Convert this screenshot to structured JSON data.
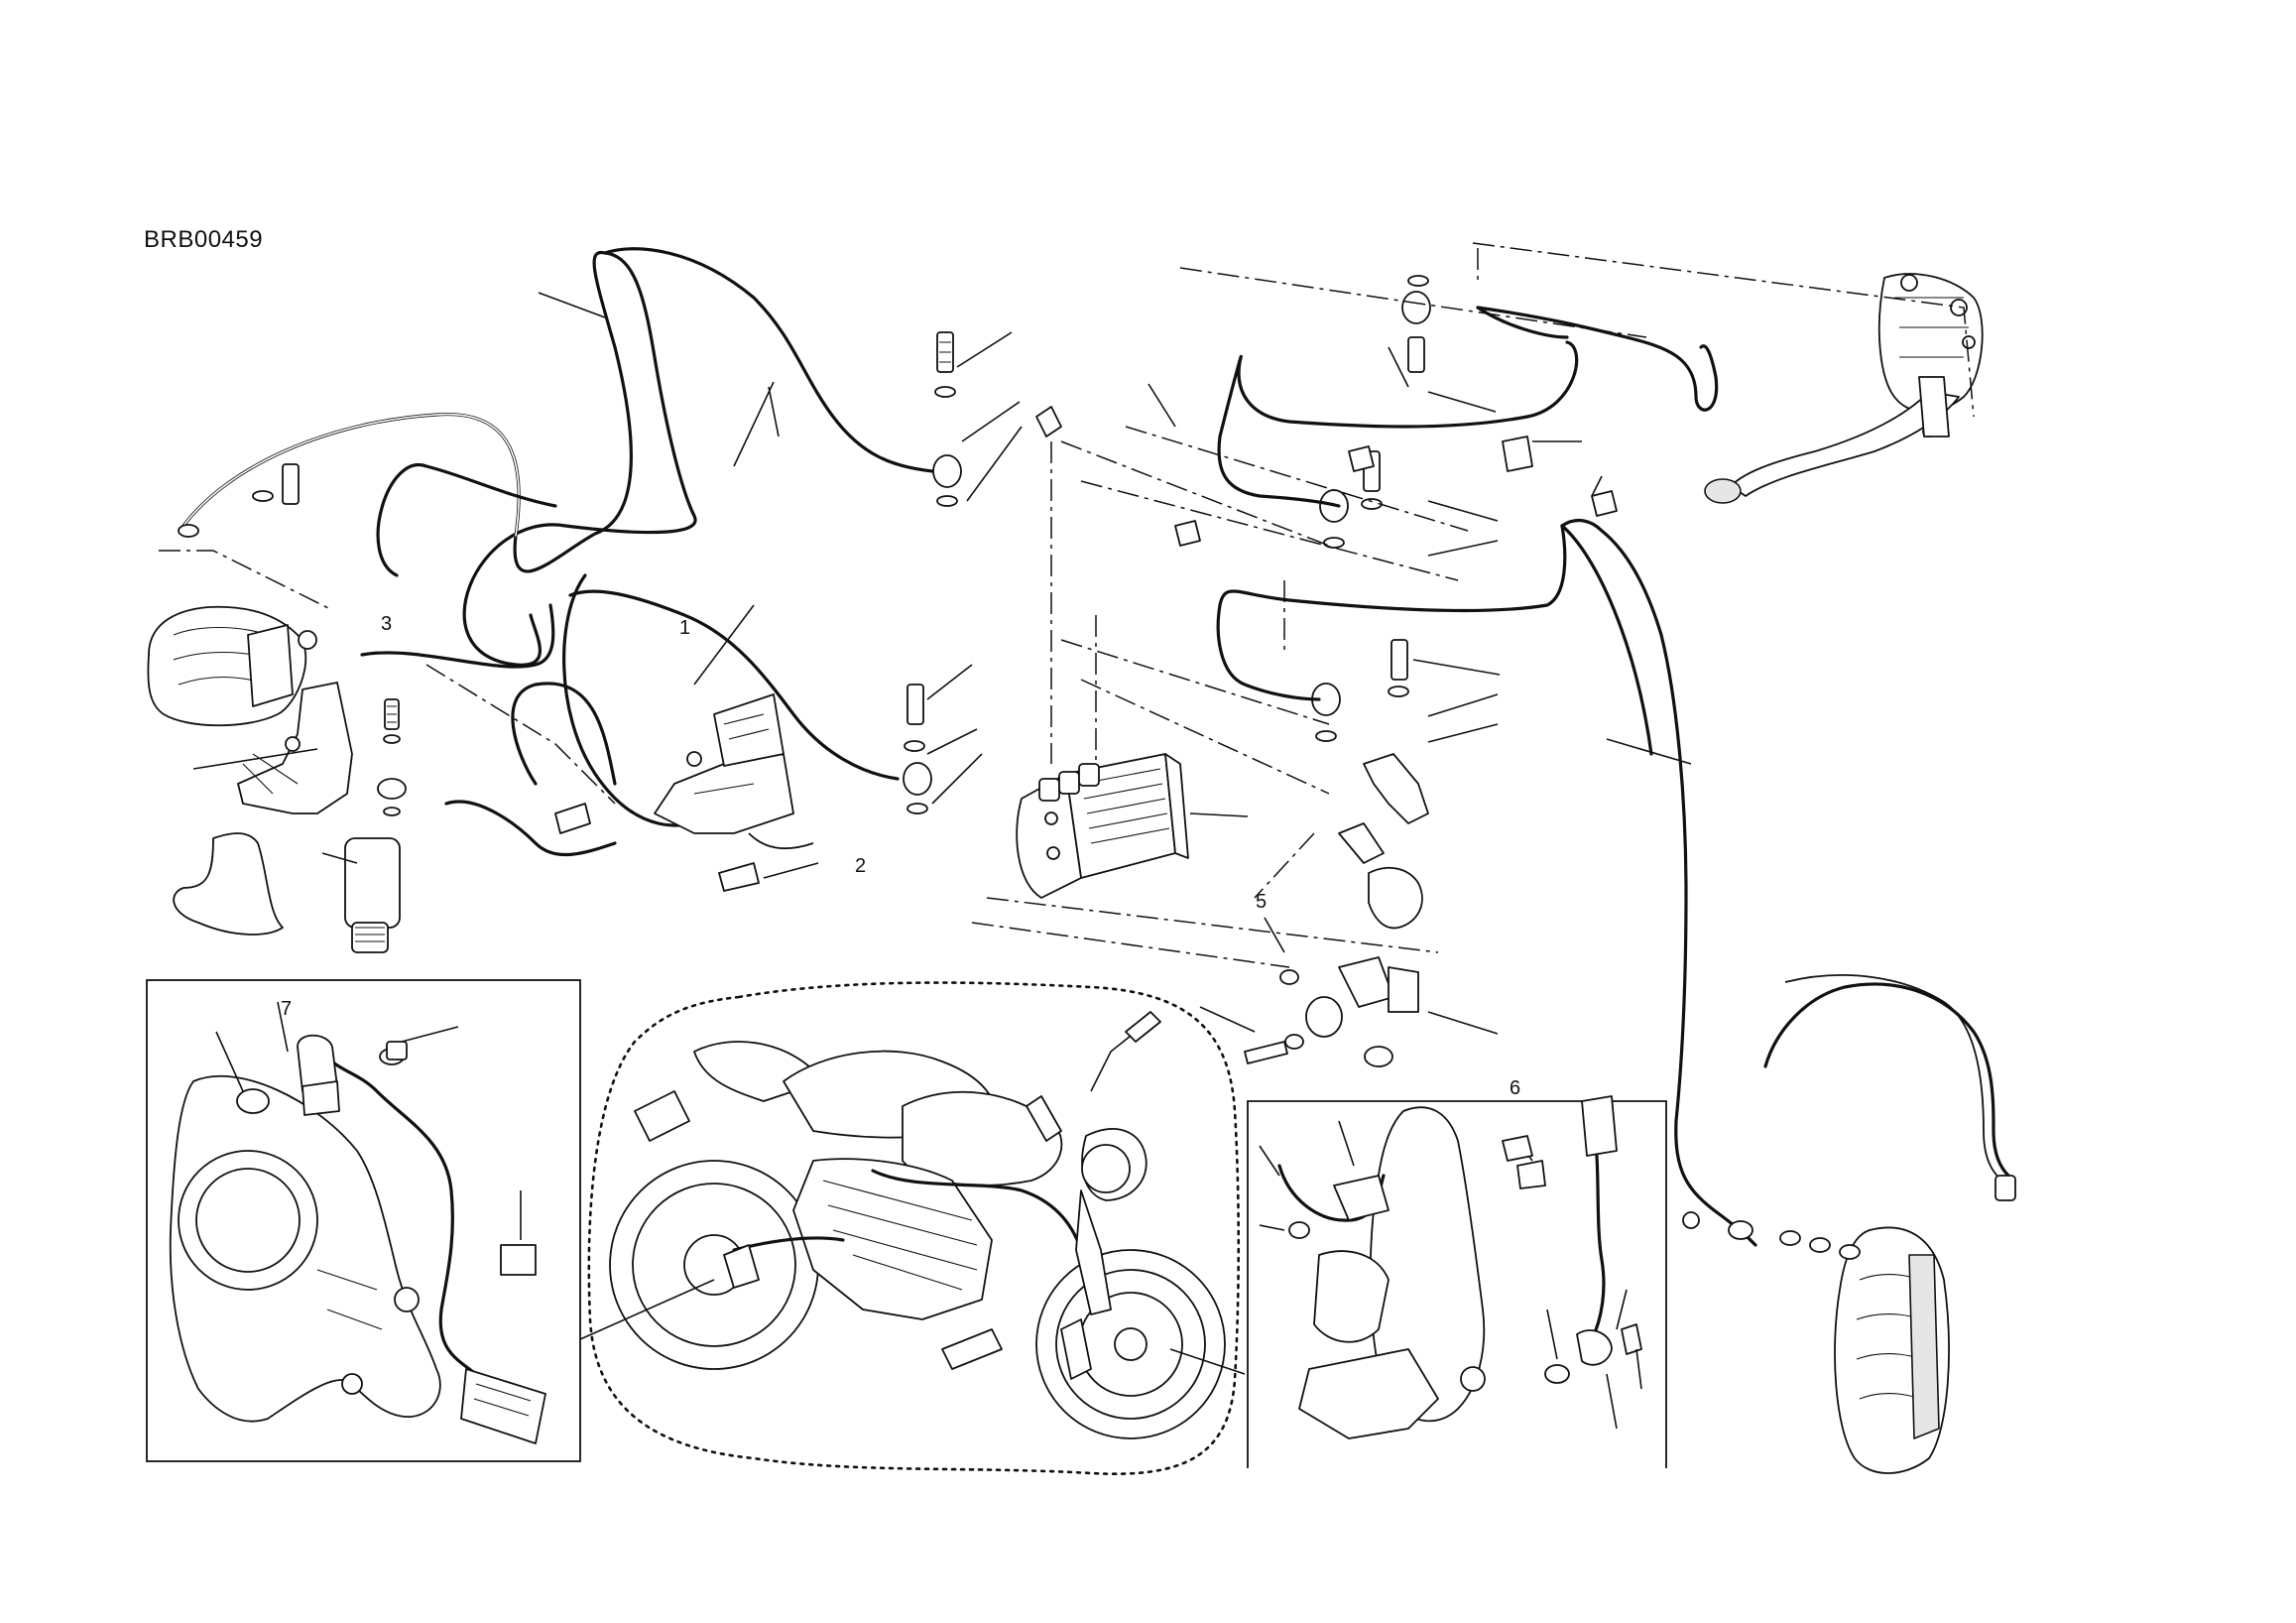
{
  "diagram": {
    "reference_code": "BRB00459"
  },
  "callouts": {
    "c1": "1",
    "c2": "2",
    "c3": "3",
    "c5": "5",
    "c6": "6",
    "c7": "7"
  },
  "legend_icons": [
    "rear-caliper-icon",
    "front-caliper-icon",
    "abs-unit-icon",
    "brake-lever-icon",
    "motorcycle-icon",
    "abs-sensor-icon",
    "master-cylinder-icon"
  ]
}
